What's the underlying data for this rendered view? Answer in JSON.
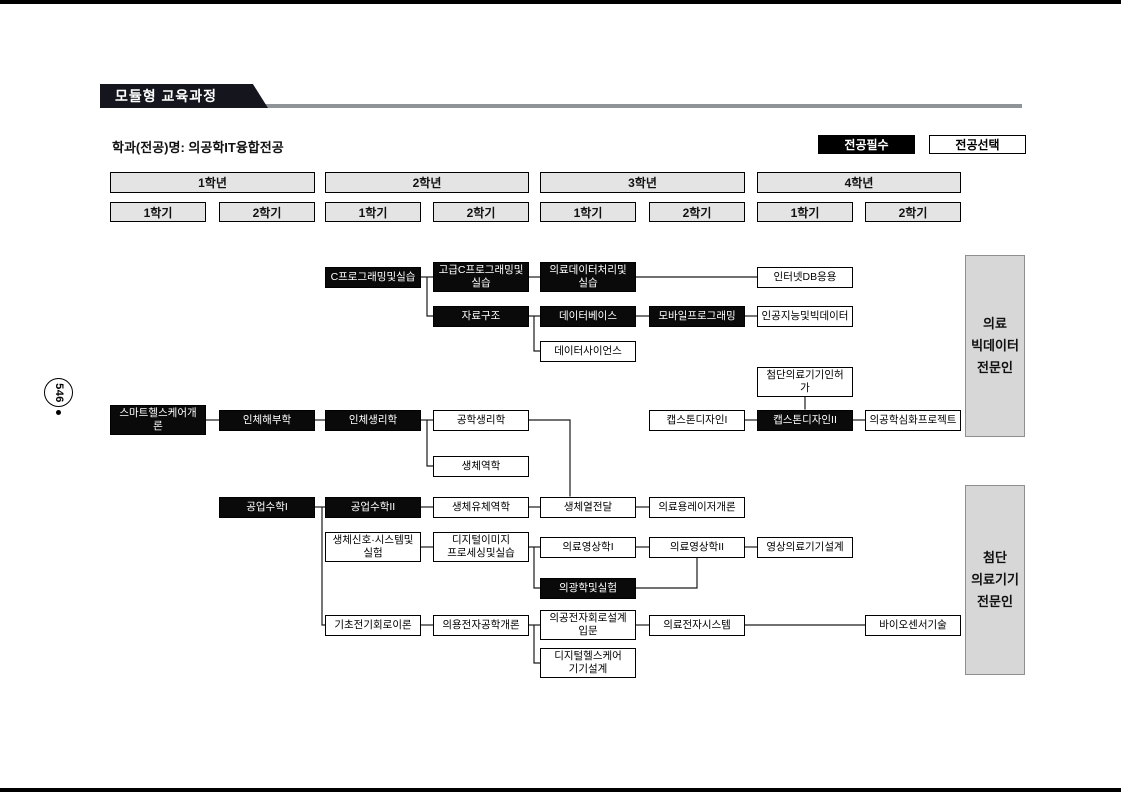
{
  "page_number": "546",
  "header": {
    "title": "모듈형 교육과정",
    "program_label": "학과(전공)명:  의공학IT융합전공"
  },
  "legend": {
    "required_label": "전공필수",
    "elective_label": "전공선택"
  },
  "grid": {
    "years": [
      "1학년",
      "2학년",
      "3학년",
      "4학년"
    ],
    "semesters": [
      "1학기",
      "2학기",
      "1학기",
      "2학기",
      "1학기",
      "2학기",
      "1학기",
      "2학기"
    ]
  },
  "tracks": [
    {
      "id": "medical-bigdata-expert",
      "label": "의료\n빅데이터\n전문인"
    },
    {
      "id": "advanced-device-expert",
      "label": "첨단\n의료기기\n전문인"
    }
  ],
  "courses": [
    {
      "id": "c_prog",
      "label": "C프로그래밍및실습",
      "type": "required",
      "col": 3,
      "row": "A",
      "lines": 1
    },
    {
      "id": "adv_c",
      "label": "고급C프로그래밍및\n실습",
      "type": "required",
      "col": 4,
      "row": "A",
      "lines": 2
    },
    {
      "id": "med_data",
      "label": "의료데이터처리및\n실습",
      "type": "required",
      "col": 5,
      "row": "A",
      "lines": 2
    },
    {
      "id": "internet_db",
      "label": "인터넷DB응용",
      "type": "elective",
      "col": 7,
      "row": "A",
      "lines": 1
    },
    {
      "id": "data_struct",
      "label": "자료구조",
      "type": "required",
      "col": 4,
      "row": "B",
      "lines": 1
    },
    {
      "id": "database",
      "label": "데이터베이스",
      "type": "required",
      "col": 5,
      "row": "B",
      "lines": 1
    },
    {
      "id": "mobile_prog",
      "label": "모바일프로그래밍",
      "type": "required",
      "col": 6,
      "row": "B",
      "lines": 1
    },
    {
      "id": "ai_bigdata",
      "label": "인공지능및빅데이터",
      "type": "elective",
      "col": 7,
      "row": "B",
      "lines": 1
    },
    {
      "id": "data_science",
      "label": "데이터사이언스",
      "type": "elective",
      "col": 5,
      "row": "C",
      "lines": 1
    },
    {
      "id": "device_approval",
      "label": "첨단의료기기인허\n가",
      "type": "elective",
      "col": 7,
      "row": "D",
      "lines": 2
    },
    {
      "id": "smart_health",
      "label": "스마트헬스케어개\n론",
      "type": "required",
      "col": 1,
      "row": "E",
      "lines": 2
    },
    {
      "id": "anatomy",
      "label": "인체해부학",
      "type": "required",
      "col": 2,
      "row": "E",
      "lines": 1
    },
    {
      "id": "physiology",
      "label": "인체생리학",
      "type": "required",
      "col": 3,
      "row": "E",
      "lines": 1
    },
    {
      "id": "eng_physiology",
      "label": "공학생리학",
      "type": "elective",
      "col": 4,
      "row": "E",
      "lines": 1
    },
    {
      "id": "capstone1",
      "label": "캡스톤디자인I",
      "type": "elective",
      "col": 6,
      "row": "E",
      "lines": 1
    },
    {
      "id": "capstone2",
      "label": "캡스톤디자인II",
      "type": "required",
      "col": 7,
      "row": "E",
      "lines": 1
    },
    {
      "id": "advanced_project",
      "label": "의공학심화프로젝트",
      "type": "elective",
      "col": 8,
      "row": "E",
      "lines": 1
    },
    {
      "id": "biomechanics",
      "label": "생체역학",
      "type": "elective",
      "col": 4,
      "row": "F",
      "lines": 1
    },
    {
      "id": "eng_math1",
      "label": "공업수학I",
      "type": "required",
      "col": 2,
      "row": "G",
      "lines": 1
    },
    {
      "id": "eng_math2",
      "label": "공업수학II",
      "type": "required",
      "col": 3,
      "row": "G",
      "lines": 1
    },
    {
      "id": "biofluid",
      "label": "생체유체역학",
      "type": "elective",
      "col": 4,
      "row": "G",
      "lines": 1
    },
    {
      "id": "bioheat",
      "label": "생체열전달",
      "type": "elective",
      "col": 5,
      "row": "G",
      "lines": 1
    },
    {
      "id": "laser",
      "label": "의료용레이저개론",
      "type": "elective",
      "col": 6,
      "row": "G",
      "lines": 1
    },
    {
      "id": "biosignal",
      "label": "생체신호·시스템및\n실험",
      "type": "elective",
      "col": 3,
      "row": "H",
      "lines": 2
    },
    {
      "id": "digital_image",
      "label": "디지털이미지\n프로세싱및실습",
      "type": "elective",
      "col": 4,
      "row": "H",
      "lines": 2
    },
    {
      "id": "med_imaging1",
      "label": "의료영상학I",
      "type": "elective",
      "col": 5,
      "row": "H",
      "lines": 1
    },
    {
      "id": "med_imaging2",
      "label": "의료영상학II",
      "type": "elective",
      "col": 6,
      "row": "H",
      "lines": 1
    },
    {
      "id": "imaging_design",
      "label": "영상의료기기설계",
      "type": "elective",
      "col": 7,
      "row": "H",
      "lines": 1
    },
    {
      "id": "bio_optics",
      "label": "의광학및실험",
      "type": "required",
      "col": 5,
      "row": "I",
      "lines": 1
    },
    {
      "id": "circuits",
      "label": "기초전기회로이론",
      "type": "elective",
      "col": 3,
      "row": "J",
      "lines": 1
    },
    {
      "id": "med_electronics_intro",
      "label": "의용전자공학개론",
      "type": "elective",
      "col": 4,
      "row": "J",
      "lines": 1
    },
    {
      "id": "circuit_design",
      "label": "의공전자회로설계\n입문",
      "type": "elective",
      "col": 5,
      "row": "J",
      "lines": 2
    },
    {
      "id": "med_elec_system",
      "label": "의료전자시스템",
      "type": "elective",
      "col": 6,
      "row": "J",
      "lines": 1
    },
    {
      "id": "biosensor",
      "label": "바이오센서기술",
      "type": "elective",
      "col": 8,
      "row": "J",
      "lines": 1
    },
    {
      "id": "digital_health_design",
      "label": "디지털헬스케어\n기기설계",
      "type": "elective",
      "col": 5,
      "row": "K",
      "lines": 2
    }
  ],
  "connections": [
    {
      "from": "c_prog",
      "to": "adv_c",
      "route": "h"
    },
    {
      "from": "adv_c",
      "to": "med_data",
      "route": "h"
    },
    {
      "from": "med_data",
      "to": "internet_db",
      "route": "h"
    },
    {
      "from": "c_prog",
      "to": "data_struct",
      "route": "bd"
    },
    {
      "from": "data_struct",
      "to": "database",
      "route": "h"
    },
    {
      "from": "database",
      "to": "mobile_prog",
      "route": "h"
    },
    {
      "from": "mobile_prog",
      "to": "ai_bigdata",
      "route": "h"
    },
    {
      "from": "data_struct",
      "to": "data_science",
      "route": "bd"
    },
    {
      "from": "smart_health",
      "to": "anatomy",
      "route": "h"
    },
    {
      "from": "anatomy",
      "to": "physiology",
      "route": "h"
    },
    {
      "from": "physiology",
      "to": "eng_physiology",
      "route": "h"
    },
    {
      "from": "physiology",
      "to": "biomechanics",
      "route": "bd"
    },
    {
      "from": "eng_physiology",
      "to": "bioheat",
      "route": "hv"
    },
    {
      "from": "device_approval",
      "to": "capstone2",
      "route": "v"
    },
    {
      "from": "capstone1",
      "to": "capstone2",
      "route": "h"
    },
    {
      "from": "capstone2",
      "to": "advanced_project",
      "route": "h"
    },
    {
      "from": "eng_math1",
      "to": "eng_math2",
      "route": "h"
    },
    {
      "from": "eng_math2",
      "to": "biofluid",
      "route": "h"
    },
    {
      "from": "biofluid",
      "to": "bioheat",
      "route": "h"
    },
    {
      "from": "bioheat",
      "to": "laser",
      "route": "h"
    },
    {
      "from": "eng_math2",
      "to": "circuits",
      "route": "lv"
    },
    {
      "from": "biosignal",
      "to": "digital_image",
      "route": "h"
    },
    {
      "from": "digital_image",
      "to": "med_imaging1",
      "route": "h"
    },
    {
      "from": "med_imaging1",
      "to": "med_imaging2",
      "route": "h"
    },
    {
      "from": "med_imaging2",
      "to": "imaging_design",
      "route": "h"
    },
    {
      "from": "digital_image",
      "to": "bio_optics",
      "route": "bd"
    },
    {
      "from": "bio_optics",
      "to": "med_imaging2",
      "route": "hvu"
    },
    {
      "from": "circuits",
      "to": "med_electronics_intro",
      "route": "h"
    },
    {
      "from": "med_electronics_intro",
      "to": "circuit_design",
      "route": "h"
    },
    {
      "from": "circuit_design",
      "to": "med_elec_system",
      "route": "h"
    },
    {
      "from": "med_elec_system",
      "to": "biosensor",
      "route": "h"
    },
    {
      "from": "med_electronics_intro",
      "to": "digital_health_design",
      "route": "bd"
    }
  ]
}
